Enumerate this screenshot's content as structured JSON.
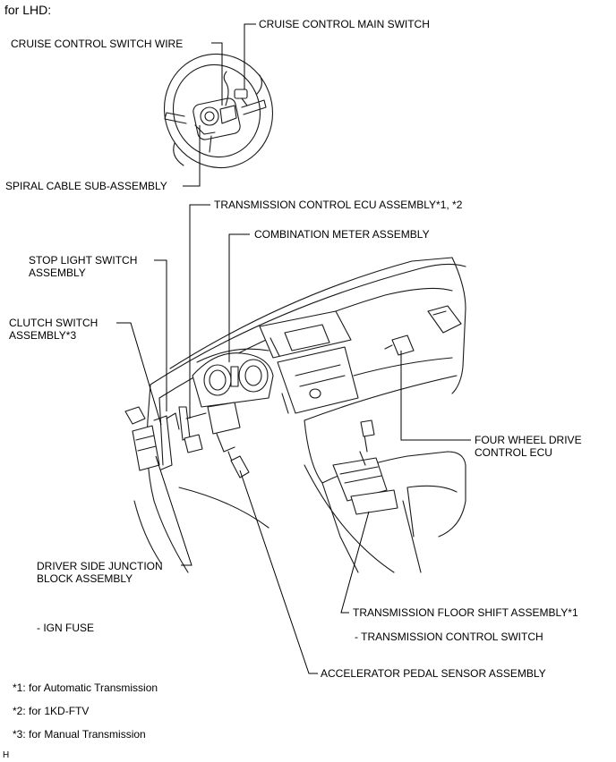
{
  "header": {
    "variant": "for LHD:"
  },
  "labels": {
    "cruise_main_switch": "CRUISE CONTROL MAIN SWITCH",
    "cruise_switch_wire": "CRUISE CONTROL SWITCH WIRE",
    "spiral_cable": "SPIRAL CABLE SUB-ASSEMBLY",
    "tcm_ecu": "TRANSMISSION CONTROL ECU ASSEMBLY*1, *2",
    "combination_meter": "COMBINATION METER ASSEMBLY",
    "stop_light_line1": "STOP LIGHT SWITCH",
    "stop_light_line2": "ASSEMBLY",
    "clutch_line1": "CLUTCH SWITCH",
    "clutch_line2": "ASSEMBLY*3",
    "four_wd_line1": "FOUR WHEEL DRIVE",
    "four_wd_line2": "CONTROL ECU",
    "junction_line1": "DRIVER SIDE JUNCTION",
    "junction_line2": "BLOCK ASSEMBLY",
    "ign_fuse": "- IGN FUSE",
    "floor_shift": "TRANSMISSION FLOOR SHIFT ASSEMBLY*1",
    "trans_control_switch": "- TRANSMISSION CONTROL SWITCH",
    "accel_pedal": "ACCELERATOR PEDAL SENSOR ASSEMBLY"
  },
  "footnotes": [
    "*1: for Automatic Transmission",
    "*2: for 1KD-FTV",
    "*3: for Manual Transmission"
  ],
  "corner_mark": "H"
}
